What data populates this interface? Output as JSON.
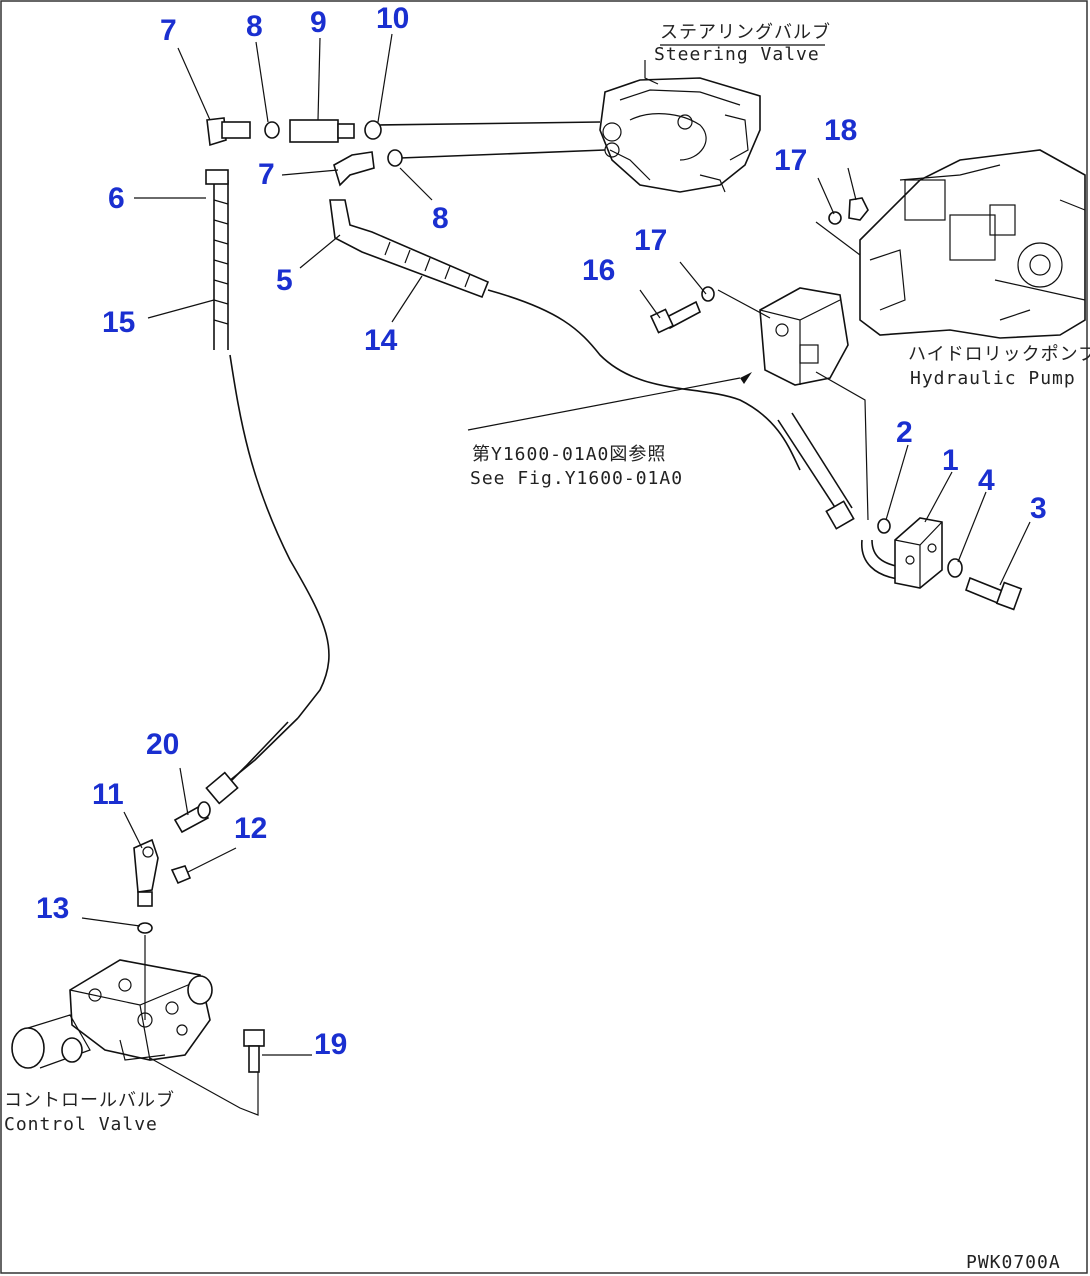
{
  "diagram": {
    "part_numbers": [
      "1",
      "2",
      "3",
      "4",
      "5",
      "6",
      "7",
      "7",
      "8",
      "8",
      "9",
      "10",
      "11",
      "12",
      "13",
      "14",
      "15",
      "16",
      "17",
      "17",
      "18",
      "19",
      "20"
    ],
    "labels": {
      "steering_valve_jp": "ステアリングバルブ",
      "steering_valve_en": "Steering Valve",
      "hydraulic_pump_jp": "ハイドロリックポンプ",
      "hydraulic_pump_en": "Hydraulic Pump",
      "control_valve_jp": "コントロールバルブ",
      "control_valve_en": "Control Valve",
      "reference_jp": "第Y1600-01A0図参照",
      "reference_en": "See Fig.Y1600-01A0",
      "figure_code": "PWK0700A"
    }
  }
}
